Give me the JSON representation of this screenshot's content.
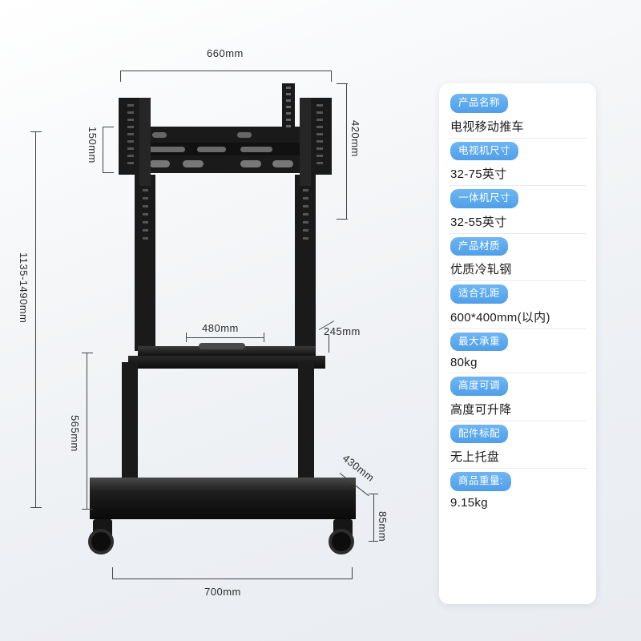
{
  "product_image": {
    "alt_name": "tv-mobile-cart-diagram",
    "dimensions": {
      "top_width": "660mm",
      "bracket_plate_height": "150mm",
      "bracket_total_height": "420mm",
      "total_height_range": "1135-1490mm",
      "tray_width": "480mm",
      "tray_depth": "245mm",
      "lower_frame_height": "565mm",
      "base_depth": "430mm",
      "base_plate_height": "85mm",
      "base_width": "700mm"
    }
  },
  "spec_card": {
    "rows": [
      {
        "label": "产品名称",
        "value": "电视移动推车"
      },
      {
        "label": "电视机尺寸",
        "value": "32-75英寸"
      },
      {
        "label": "一体机尺寸",
        "value": "32-55英寸"
      },
      {
        "label": "产品材质",
        "value": "优质冷轧钢"
      },
      {
        "label": "适合孔距",
        "value": "600*400mm(以内)"
      },
      {
        "label": "最大承重",
        "value": "80kg"
      },
      {
        "label": "高度可调",
        "value": "高度可升降"
      },
      {
        "label": "配件标配",
        "value": "无上托盘"
      },
      {
        "label": "商品重量:",
        "value": "9.15kg"
      }
    ]
  },
  "colors": {
    "pill": "#4f9fe8",
    "text": "#1b1b1b",
    "dimension_line": "#444444",
    "metal": "#1a1a1a"
  }
}
